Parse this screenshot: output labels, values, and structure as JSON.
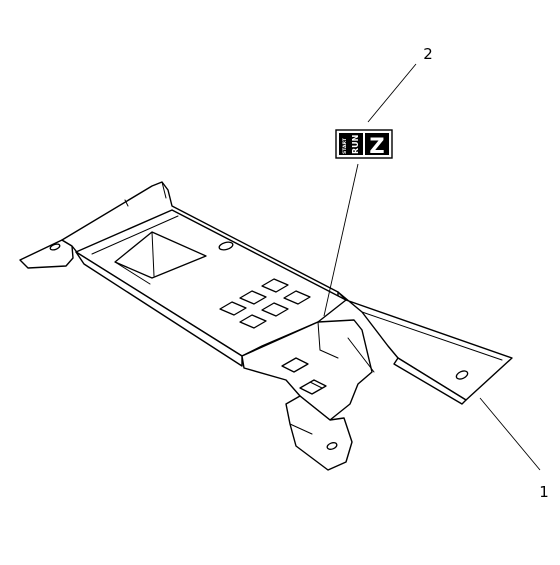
{
  "callouts": [
    {
      "number": "1",
      "part": "bracket"
    },
    {
      "number": "2",
      "part": "decal"
    }
  ],
  "decal": {
    "line_small": "RUN",
    "line_small_prefix": "START",
    "big_glyph": "Z"
  },
  "colors": {
    "line": "#000000",
    "background": "#ffffff"
  }
}
